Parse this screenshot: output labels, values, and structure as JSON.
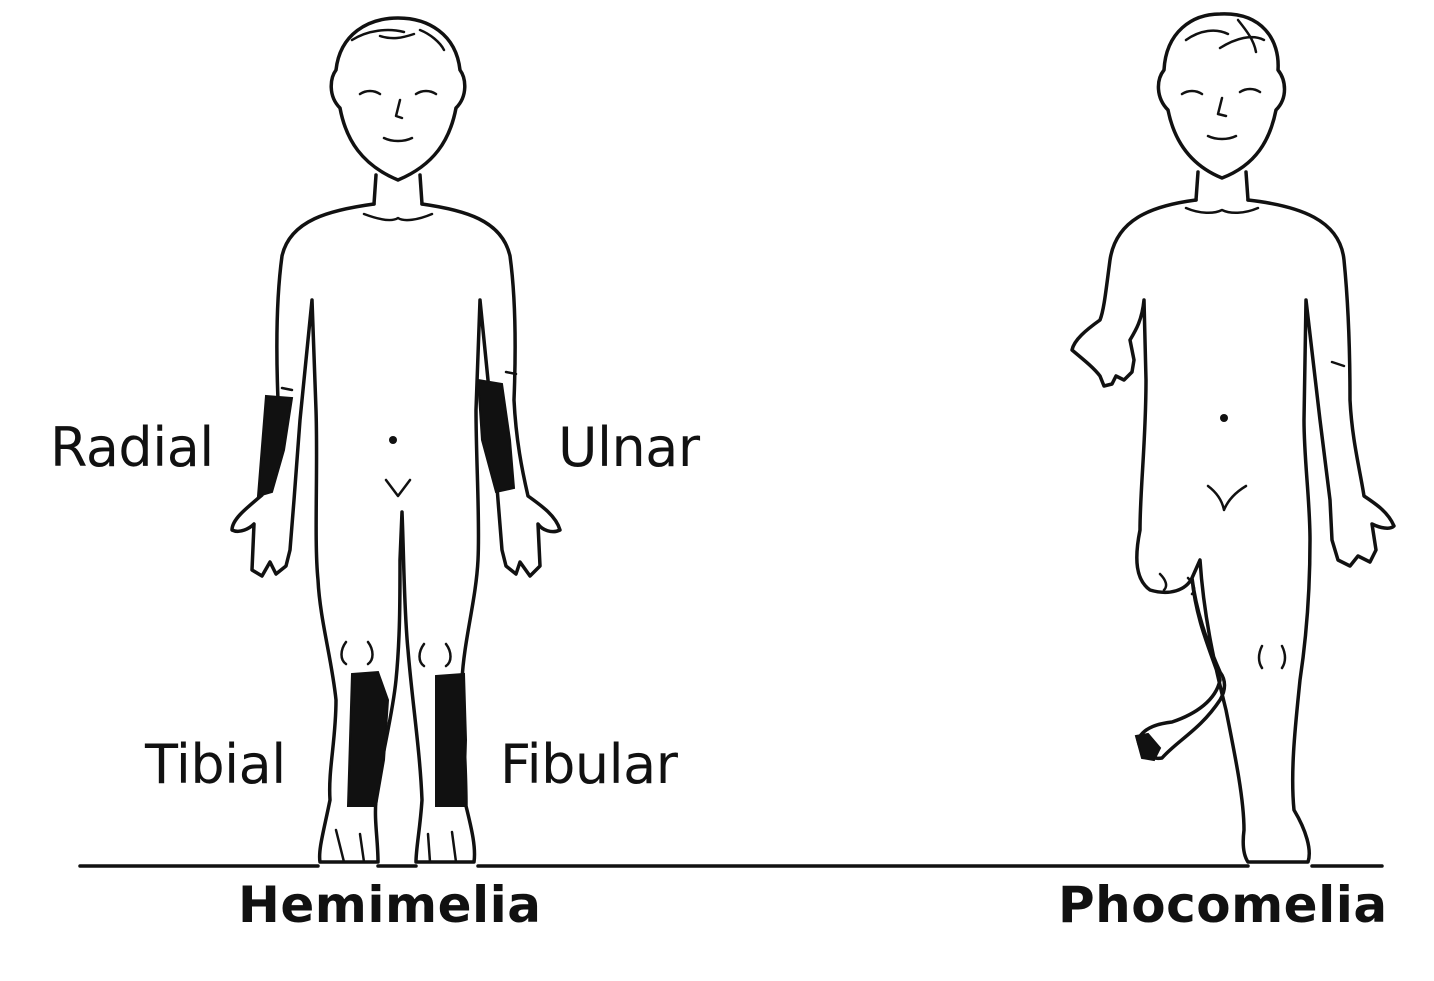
{
  "labels": {
    "radial": "Radial",
    "ulnar": "Ulnar",
    "tibial": "Tibial",
    "fibular": "Fibular"
  },
  "captions": {
    "hemimelia": "Hemimelia",
    "phocomelia": "Phocomelia"
  },
  "colors": {
    "ink": "#111111",
    "background": "#ffffff"
  }
}
